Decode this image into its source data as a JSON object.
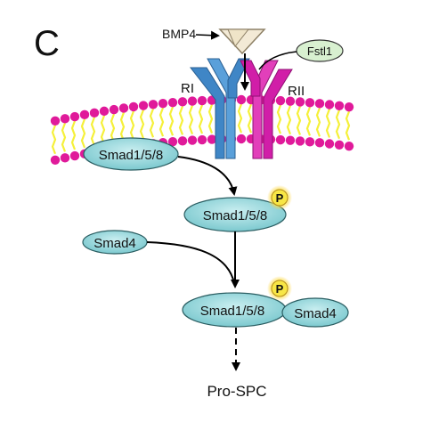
{
  "panel_label": "C",
  "ligand": {
    "label": "BMP4"
  },
  "antagonist": {
    "label": "Fstl1"
  },
  "receptors": {
    "type1_label": "RI",
    "type2_label": "RII"
  },
  "nodes": {
    "smad158_membrane": "Smad1/5/8",
    "smad158_phosphorylated": "Smad1/5/8",
    "smad4": "Smad4",
    "complex_smad158": "Smad1/5/8",
    "complex_smad4": "Smad4"
  },
  "phospho_badge": "P",
  "output": {
    "label": "Pro-SPC"
  },
  "colors": {
    "receptor_type1": "#3f86c6",
    "receptor_type2": "#d11ea8",
    "membrane_head": "#e01a9a",
    "membrane_tail": "#f5f03a",
    "smad_fill": "#9fd8dc",
    "fstl1_fill": "#d8f0d0",
    "ligand_fill": "#f3ead6",
    "phospho_fill": "#f7e646"
  }
}
